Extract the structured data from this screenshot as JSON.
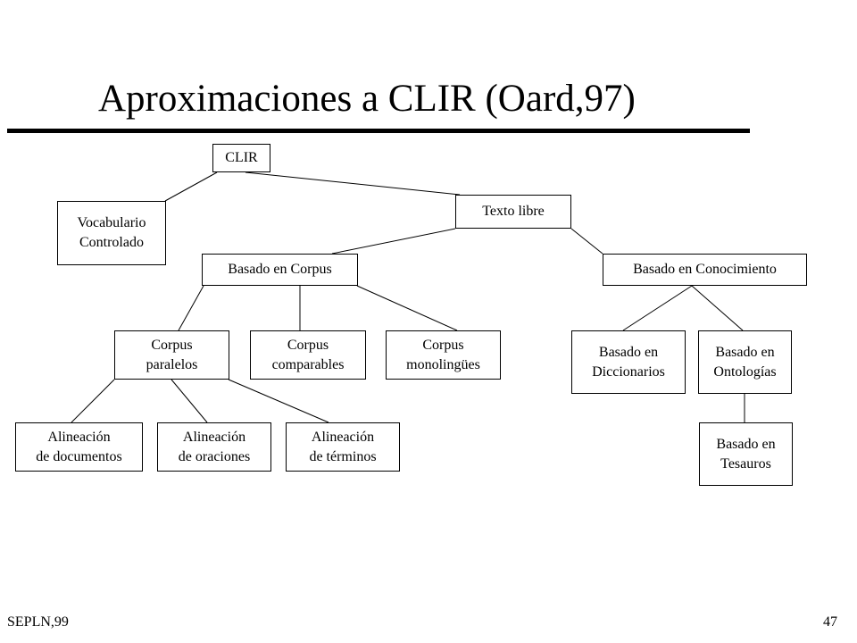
{
  "slide": {
    "title": "Aproximaciones a CLIR (Oard,97)",
    "footer_left": "SEPLN,99",
    "page_number": "47"
  },
  "tree": {
    "clir": [
      "CLIR"
    ],
    "vocab": [
      "Vocabulario",
      "Controlado"
    ],
    "texto": [
      "Texto libre"
    ],
    "corpus": [
      "Basado en Corpus"
    ],
    "conoc": [
      "Basado en Conocimiento"
    ],
    "paralelos": [
      "Corpus",
      "paralelos"
    ],
    "comparables": [
      "Corpus",
      "comparables"
    ],
    "monolingues": [
      "Corpus",
      "monolingües"
    ],
    "dicc": [
      "Basado en",
      "Diccionarios"
    ],
    "onto": [
      "Basado en",
      "Ontologías"
    ],
    "tesauros": [
      "Basado en",
      "Tesauros"
    ],
    "aldoc": [
      "Alineación",
      "de documentos"
    ],
    "alorac": [
      "Alineación",
      "de oraciones"
    ],
    "alterm": [
      "Alineación",
      "de términos"
    ]
  }
}
